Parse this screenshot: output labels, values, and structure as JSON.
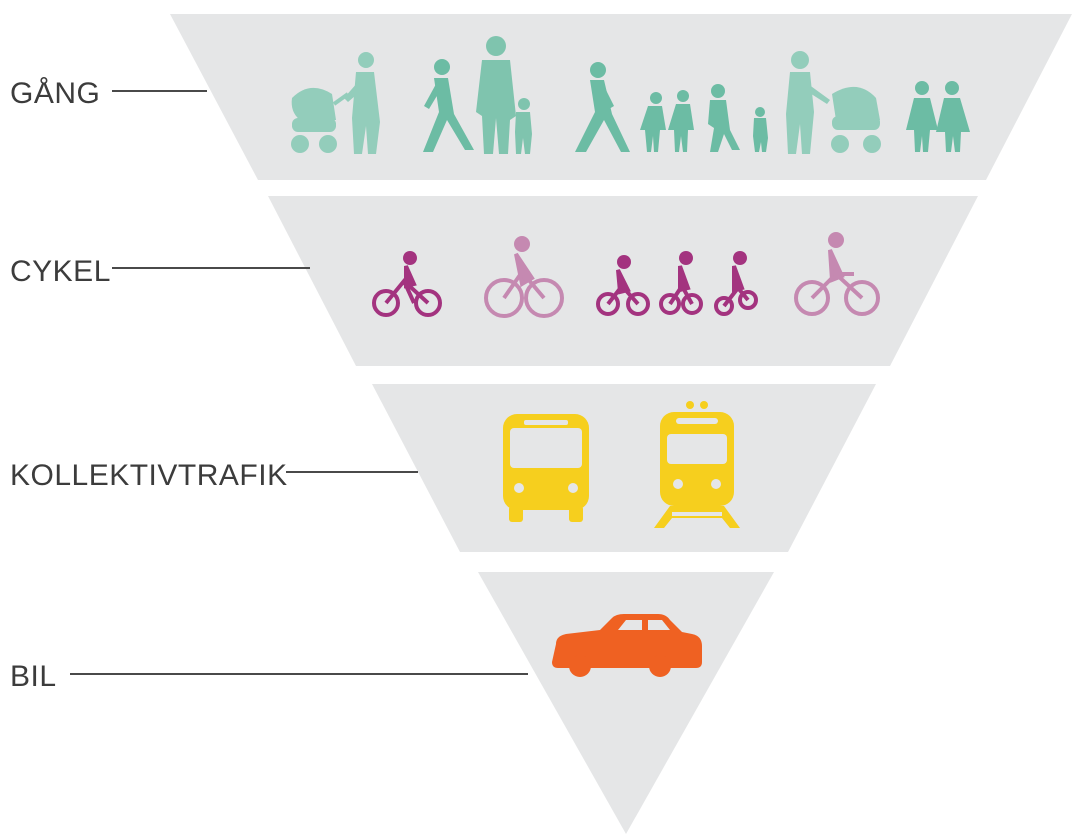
{
  "diagram": {
    "title": "",
    "tiers": [
      {
        "id": "walk",
        "label": "GÅNG",
        "icon": "pedestrians-icon",
        "color": "#6cbca4",
        "rank": 1
      },
      {
        "id": "bike",
        "label": "CYKEL",
        "icon": "cyclists-icon",
        "color": "#a3337f",
        "rank": 2
      },
      {
        "id": "transit",
        "label": "KOLLEKTIVTRAFIK",
        "icon": "bus-and-train-icon",
        "color": "#f6cf1e",
        "rank": 3
      },
      {
        "id": "car",
        "label": "BIL",
        "icon": "car-icon",
        "color": "#ef6122",
        "rank": 4
      }
    ],
    "colors": {
      "tier_fill": "#e5e6e7",
      "line": "#4a4a4a",
      "text": "#3c3c3c",
      "walk_faded": "#93cdbb",
      "bike_faded": "#c589b1"
    }
  }
}
